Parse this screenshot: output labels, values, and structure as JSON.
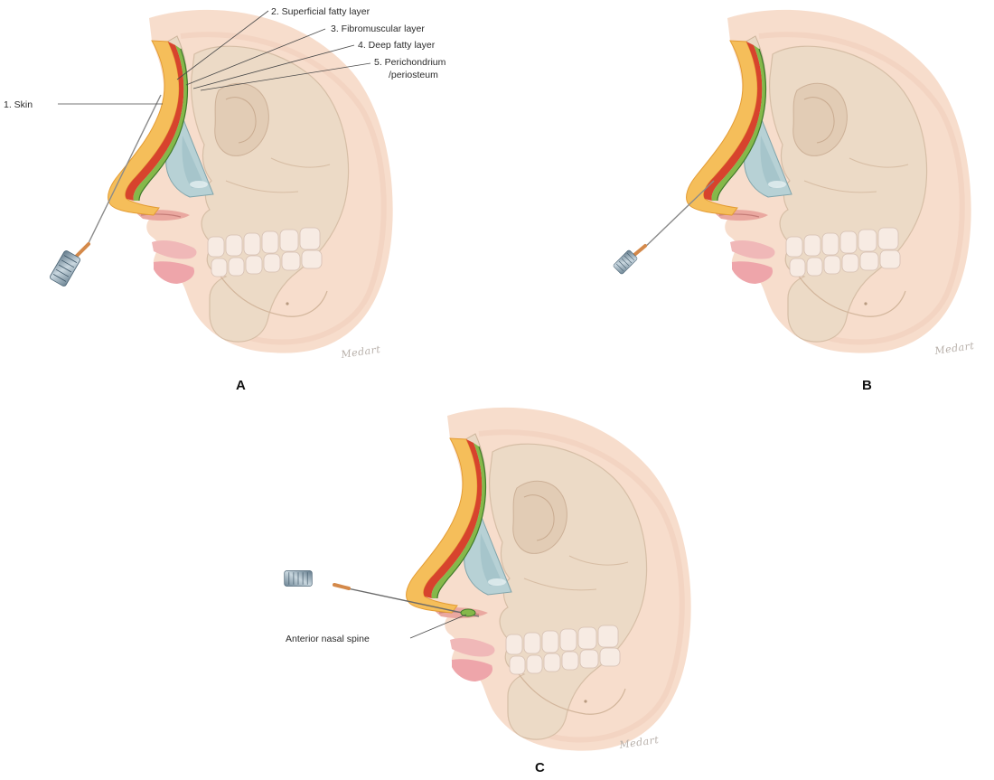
{
  "panels": [
    {
      "letter": "A",
      "signature": "Medart"
    },
    {
      "letter": "B",
      "signature": "Medart"
    },
    {
      "letter": "C",
      "signature": "Medart"
    }
  ],
  "layer_labels": {
    "skin": "1. Skin",
    "superficial_fatty": "2. Superficial fatty layer",
    "fibromuscular": "3. Fibromuscular layer",
    "deep_fatty": "4. Deep fatty layer",
    "perichondrium_line1": "5. Perichondrium",
    "perichondrium_line2": "/periosteum"
  },
  "spine_label": "Anterior nasal spine",
  "colors": {
    "skin_tone": "#f6d9c8",
    "skin_shadow": "#efc3ad",
    "bone": "#ede0cd",
    "fat_yellow": "#f2b14b",
    "muscle_red": "#d9442e",
    "deep_fat_green": "#7fb446",
    "cartilage": "#b9d3d6",
    "teeth": "#f7ebe3",
    "lips": "#eea9ad",
    "needle": "#d4894a",
    "hub": "#8ea7b5"
  }
}
